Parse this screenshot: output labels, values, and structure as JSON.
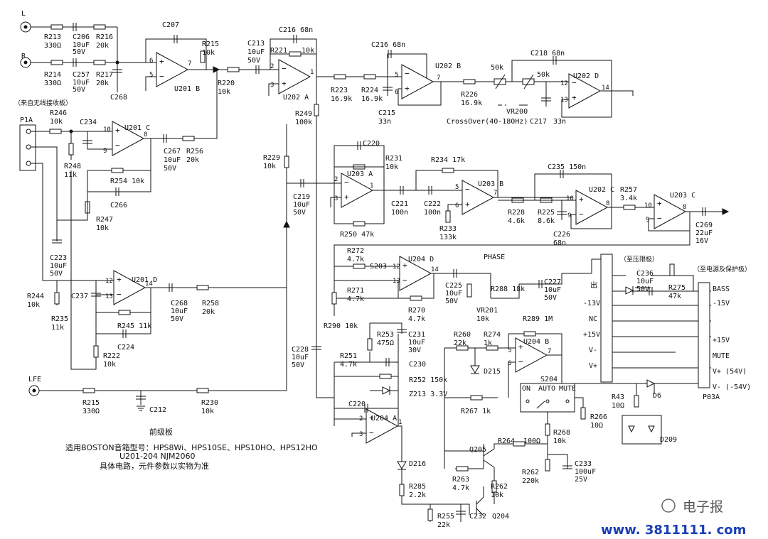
{
  "inputs": {
    "L": "L",
    "R": "R",
    "wireless": "（来自无线接收板）",
    "lfe": "LFE"
  },
  "connectors": {
    "p1a": "P1A",
    "p03a": "P03A"
  },
  "opamps": {
    "u201b": "U201 B",
    "u202a": "U202 A",
    "u202b": "U202 B",
    "u202d": "U202 D",
    "u201c": "U201 C",
    "u203a": "U203 A",
    "u203b": "U203 B",
    "u202c": "U202 C",
    "u203c": "U203 C",
    "u201d": "U201 D",
    "u204d": "U204 D",
    "u204b": "U204 B",
    "u204a": "U204 A"
  },
  "parts": {
    "r213": "R213",
    "r213v": "330Ω",
    "c206": "C206",
    "c206v1": "10uF",
    "c206v2": "50V",
    "r216": "R216",
    "r216v": "20k",
    "r214": "R214",
    "r214v": "330Ω",
    "c257": "C257",
    "c257v1": "10uF",
    "c257v2": "50V",
    "r217": "R217",
    "r217v": "20k",
    "c268": "C268",
    "c207": "C207",
    "r215": "R215",
    "r215v": "10k",
    "r220": "R220",
    "r220v": "10k",
    "c213": "C213",
    "c213v1": "10uF",
    "c213v2": "50V",
    "c216a": "C216  68n",
    "r221": "R221",
    "r221v": "10k",
    "c216b": "C216  68n",
    "r223": "R223",
    "r223v": "16.9k",
    "r224": "R224",
    "r224v": "16.9k",
    "c215": "C215",
    "c215v": "33n",
    "c218": "C218  68n",
    "pot50a": "50k",
    "pot50b": "50k",
    "r226": "R226",
    "r226v": "16.9k",
    "vr200": "VR200",
    "crossover": "CrossOver(40-180Hz)",
    "c217": "C217",
    "c217v": "33n",
    "r249": "R249",
    "r249v": "100k",
    "r246": "R246",
    "r246v": "10k",
    "c234": "C234",
    "r248": "R248",
    "r248v": "11k",
    "c267": "C267",
    "c267v1": "10uF",
    "c267v2": "50V",
    "r256": "R256",
    "r256v": "20k",
    "r254": "R254  10k",
    "c266": "C266",
    "r247": "R247",
    "r247v": "10k",
    "r229": "R229",
    "r229v": "10k",
    "c220a": "C220",
    "r231": "R231",
    "r231v": "10k",
    "c219": "C219",
    "c219v1": "10uF",
    "c219v2": "50V",
    "r250": "R250  47k",
    "r234": "R234  17k",
    "c221": "C221",
    "c221v": "100n",
    "c222": "C222",
    "c222v": "100n",
    "r233": "R233",
    "r233v": "133k",
    "c235": "C235  150n",
    "r228": "R228",
    "r228v": "4.6k",
    "r225": "R225",
    "r225v": "8.6k",
    "c226": "C226",
    "c226v": "68n",
    "r257": "R257",
    "r257v": "3.4k",
    "c269": "C269",
    "c269v1": "22uF",
    "c269v2": "16V",
    "c223": "C223",
    "c223v1": "10uF",
    "c223v2": "50V",
    "r244": "R244",
    "r244v": "10k",
    "c237": "C237",
    "r235": "R235",
    "r235v": "11k",
    "c268b": "C268",
    "c268bv1": "10uF",
    "c268bv2": "50V",
    "r258": "R258",
    "r258v": "20k",
    "r245": "R245  11k",
    "c224": "C224",
    "r222": "R222",
    "r222v": "10k",
    "r272": "R272",
    "r272v": "4.7k",
    "s203": "S203",
    "r271": "R271",
    "r271v": "4.7k",
    "r290": "R290  10k",
    "phase": "PHASE",
    "c225": "C225",
    "c225v1": "10uF",
    "c225v2": "50V",
    "r288": "R288  18k",
    "r270": "R270",
    "r270v": "4.7k",
    "vr201": "VR201",
    "vr201v": "10k",
    "c227": "C227",
    "c227v1": "10uF",
    "c227v2": "50V",
    "c228": "C228",
    "c228v1": "10uF",
    "c228v2": "50V",
    "r253": "R253",
    "r253v": "475Ω",
    "c231": "C231",
    "c231v1": "10uF",
    "c231v2": "30V",
    "r251": "R251",
    "r251v": "4.7k",
    "c230": "C230",
    "r252": "R252  150k",
    "z213": "Z213  3.3V",
    "c220b": "C220",
    "d216": "D216",
    "r285": "R285",
    "r285v": "2.2k",
    "r255": "R255",
    "r255v": "22k",
    "c232": "C232",
    "q204": "Q204",
    "r260": "R260",
    "r260v": "22k",
    "r274": "R274",
    "r274v": "1k",
    "r289": "R289  1M",
    "d215": "D215",
    "s204": "S204",
    "s204on": "ON",
    "s204auto": "AUTO",
    "s204mute": "MUTE",
    "r267": "R267   1k",
    "r266": "R266",
    "r266v": "10Ω",
    "r264": "R264",
    "r264v": "100Ω",
    "r268": "R268",
    "r268v": "10k",
    "q205": "Q205",
    "r263": "R263",
    "r263v": "4.7k",
    "r262a": "R262",
    "r262av": "10k",
    "r262b": "R262",
    "r262bv": "220k",
    "c233": "C233",
    "c233v1": "100uF",
    "c233v2": "25V",
    "r43": "R43",
    "r43v": "10Ω",
    "d6": "D6",
    "d209": "D209",
    "c236": "C236",
    "c236v1": "10uF",
    "c236v2": "50V",
    "r275": "R275",
    "r275v": "47k",
    "r215b": "R215",
    "r215bv": "330Ω",
    "c212": "C212",
    "r230": "R230",
    "r230v": "10k"
  },
  "labels": {
    "to_amp": "（至压限极）",
    "to_psu": "（至电源及保护极）",
    "out": "出",
    "p_m13": "-13V",
    "p_nc": "NC",
    "p_p15": "+15V",
    "p_vm": "V-",
    "p_vp": "V+",
    "q_bass": "BASS",
    "q_m15": "-15V",
    "q_p15": "+15V",
    "q_mute": "MUTE",
    "q_vp": "V+ (54V)",
    "q_vm": "V- (-54V)"
  },
  "notes": {
    "board": "前级板",
    "models": "适用BOSTON音箱型号：HPS8Wi、HPS10SE、HPS10HO、HPS12HO",
    "ics": "U201-204  NJM2060",
    "disclaimer": "具体电路，元件参数以实物为准"
  },
  "watermark": {
    "name": "电子报",
    "url": "www. 3811111. com"
  }
}
